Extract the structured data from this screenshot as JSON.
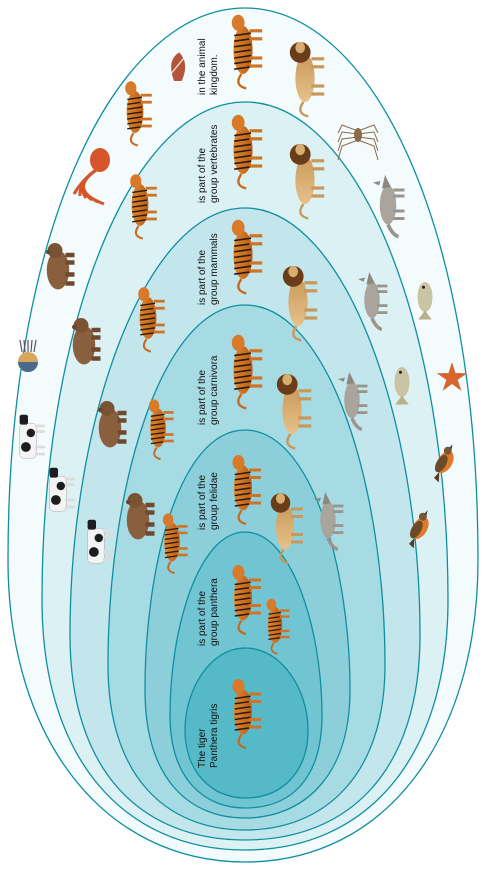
{
  "diagram": {
    "levels": [
      {
        "id": "kingdom",
        "line1": "in the animal",
        "line2": "kingdom.",
        "fill": "#f3fbfc"
      },
      {
        "id": "vertebrates",
        "line1": "is part of the",
        "line2": "group vertebrates",
        "fill": "#dcf1f4"
      },
      {
        "id": "mammals",
        "line1": "is part of the",
        "line2": "group mammals",
        "fill": "#c2e6ec"
      },
      {
        "id": "carnivora",
        "line1": "is part of the",
        "line2": "group carnivora",
        "fill": "#a7dbe3"
      },
      {
        "id": "felidae",
        "line1": "is part of the",
        "line2": "group felidae",
        "fill": "#8ccfda"
      },
      {
        "id": "panthera",
        "line1": "is part of the",
        "line2": "group panthera",
        "fill": "#71c4d1"
      },
      {
        "id": "tiger",
        "line1": "The tiger",
        "line2": "Panthera tigris",
        "fill": "#56b9c8"
      }
    ],
    "stroke_color": "#0f8f9f",
    "animals": [
      "tiger",
      "lion",
      "wolf",
      "bear",
      "cow",
      "fish",
      "bird",
      "starfish",
      "octopus",
      "spider",
      "coral",
      "shell"
    ]
  }
}
